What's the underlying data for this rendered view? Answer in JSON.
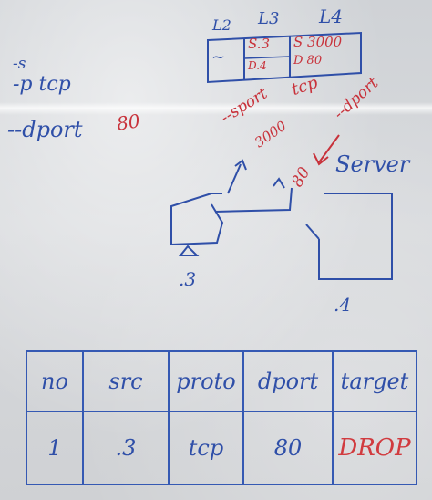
{
  "whiteboard": {
    "options": {
      "s": "-s",
      "p": "-p tcp",
      "dport": "--dport",
      "dport_value": "80"
    },
    "layers": {
      "l2": "L2",
      "l3": "L3",
      "l4": "L4"
    },
    "packet": {
      "l2_value": "~",
      "src_ip": "S.3",
      "dst_ip": "D.4",
      "src_port": "S 3000",
      "dst_port": "D 80"
    },
    "annotations": {
      "sport": "--sport",
      "sport_value": "3000",
      "proto": "tcp",
      "dport": "--dport",
      "dport_value": "80"
    },
    "hosts": {
      "server_label": "Server",
      "client_ip": ".3",
      "server_ip": ".4"
    },
    "rule_table": {
      "headers": [
        "no",
        "src",
        "proto",
        "dport",
        "target"
      ],
      "rows": [
        {
          "no": "1",
          "src": ".3",
          "proto": "tcp",
          "dport": "80",
          "target": "DROP"
        }
      ]
    },
    "colors": {
      "marker_blue": "#2f4fa8",
      "marker_red": "#c8323b",
      "board": "#d3d5d8"
    }
  }
}
